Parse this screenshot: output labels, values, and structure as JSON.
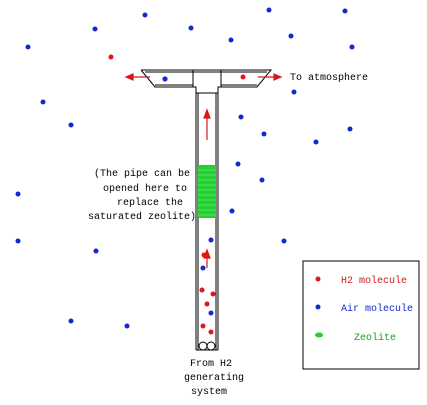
{
  "labels": {
    "outlet": "To atmosphere",
    "note_line1": "(The pipe can be",
    "note_line2": "opened here to",
    "note_line3": "replace the",
    "note_line4": "saturated zeolite)",
    "source_line1": "From H2",
    "source_line2": "generating",
    "source_line3": "system"
  },
  "legend": {
    "h2": "H2 molecule",
    "air": "Air molecule",
    "zeolite": "Zeolite"
  },
  "colors": {
    "h2": "#e01818",
    "air": "#1428d0",
    "zeolite": "#22d030",
    "arrow": "#d81818",
    "line": "#000000"
  }
}
